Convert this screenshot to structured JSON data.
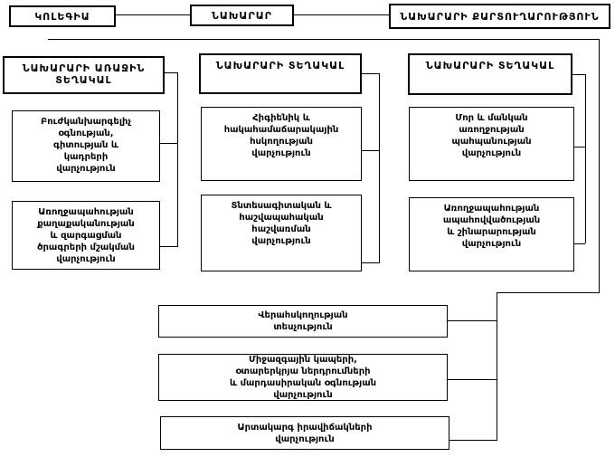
{
  "chart": {
    "top_row": [
      {
        "label": "ԿՈԼԵԳԻԱ"
      },
      {
        "label": "ՆԱԽԱՐԱՐ"
      },
      {
        "label": "ՆԱԽԱՐԱՐԻ ՔԱՐՏՈՒՂԱՐՈՒԹՅՈՒՆ"
      }
    ],
    "columns": [
      {
        "deputy": "ՆԱԽԱՐԱՐԻ ԱՌԱՋԻՆ\nՏԵՂԱԿԱԼ",
        "departments": [
          "Բուժկանխարգելիչ\nօգնության,\nգիտության և\nկադրերի\nվարչություն",
          "Առողջապահության\nքաղաքականության\nև զարգացման\nծրագրերի մշակման\nվարչություն"
        ]
      },
      {
        "deputy": "ՆԱԽԱՐԱՐԻ ՏԵՂԱԿԱԼ",
        "departments": [
          "Հիգիենիկ և\nհակահամաճարակային\nհսկողության\nվարչություն",
          "Տնտեսագիտական և\nհաշվապահական\nհաշվառման\nվարչություն"
        ]
      },
      {
        "deputy": "ՆԱԽԱՐԱՐԻ ՏԵՂԱԿԱԼ",
        "departments": [
          "Մոր և մանկան\nառողջության\nպահպանության\nվարչություն",
          "Առողջապահության\nապահովվածության\nև շինարարության\nվարչություն"
        ]
      }
    ],
    "bottom_units": [
      {
        "label": "Վերահսկողության\nտեսչություն"
      },
      {
        "label": "Միջազգային կապերի,\nօտարերկրյա ներդրումների\nև մարդասիրական օգնության\nվարչություն"
      },
      {
        "label": "Արտակարգ իրավիճակների\nվարչություն"
      }
    ]
  },
  "colors": {
    "background": "#ffffff",
    "box_background": "#ffffff",
    "box_border": "#000000",
    "line": "#000000",
    "text": "#000000"
  }
}
